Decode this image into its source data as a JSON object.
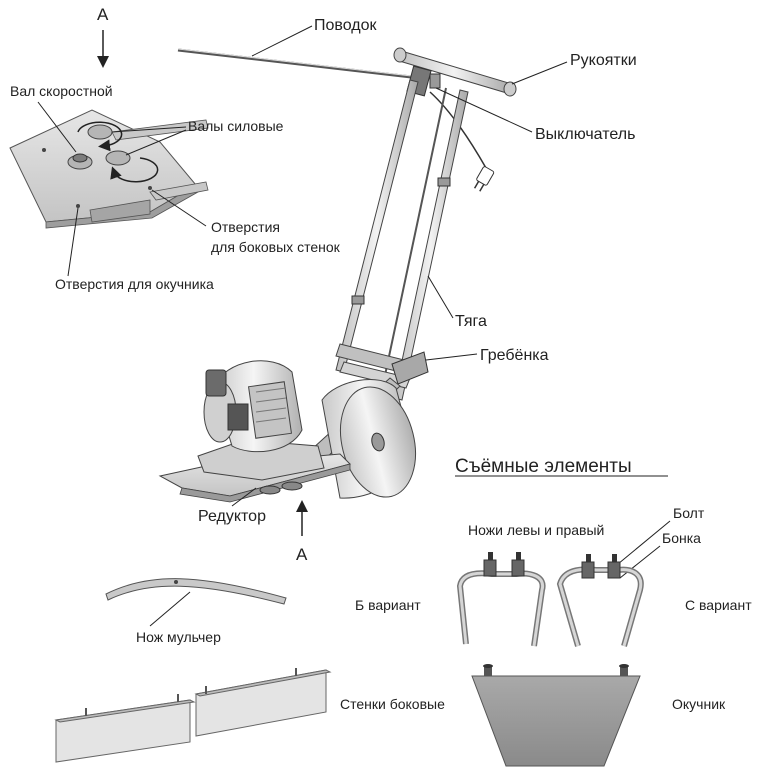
{
  "view_a_top": "А",
  "view_a_bottom": "А",
  "labels": {
    "povodok": "Поводок",
    "rukoyatki": "Рукоятки",
    "vyklyuchatel": "Выключатель",
    "tyaga": "Тяга",
    "grebenka": "Гребёнка",
    "reduktor": "Редуктор",
    "val_skorostnoy": "Вал скоростной",
    "valy_silovye": "Валы силовые",
    "otverstiya_stenok_1": "Отверстия",
    "otverstiya_stenok_2": "для боковых стенок",
    "otverstiya_okuchnika": "Отверстия для окучника"
  },
  "removable": {
    "title": "Съёмные элементы",
    "nozhi": "Ножи левы и правый",
    "bolt": "Болт",
    "bonka": "Бонка",
    "b_variant": "Б вариант",
    "c_variant": "С вариант",
    "nozh_mulcher": "Нож мульчер",
    "stenki_bokovye": "Стенки боковые",
    "okuchnik": "Окучник"
  },
  "colors": {
    "line": "#2a2a2a",
    "metal_light": "#d9d9d9",
    "metal_mid": "#bdbdbd",
    "metal_dark": "#8c8c8c"
  }
}
